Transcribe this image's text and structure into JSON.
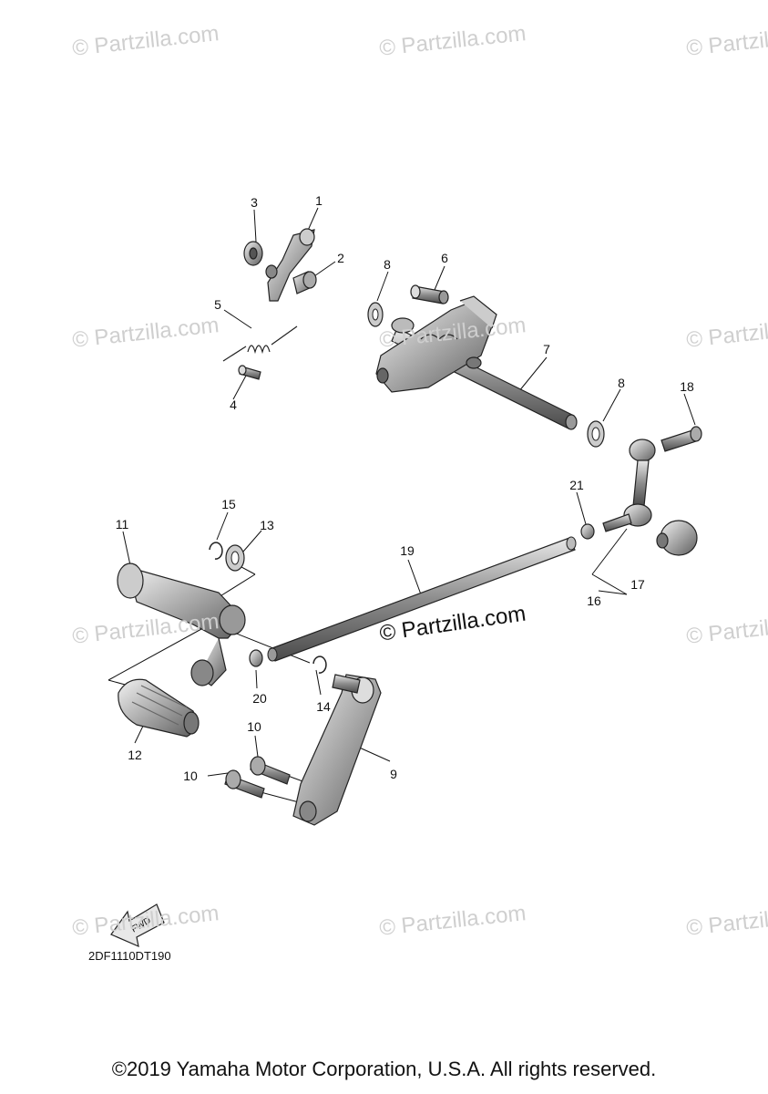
{
  "watermark_text": "© Partzilla.com",
  "center_watermark": "© Partzilla.com",
  "diagram_code": "2DF1110DT190",
  "fwd_label": "FWD",
  "copyright": "©2019 Yamaha Motor Corporation, U.S.A. All rights reserved.",
  "callouts": [
    "1",
    "2",
    "3",
    "4",
    "5",
    "6",
    "7",
    "8",
    "8",
    "9",
    "10",
    "10",
    "11",
    "12",
    "13",
    "14",
    "15",
    "16",
    "17",
    "18",
    "19",
    "20",
    "21"
  ]
}
